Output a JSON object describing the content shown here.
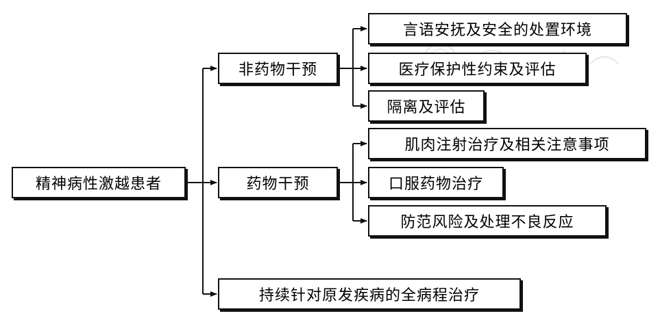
{
  "diagram": {
    "root": "精神病性激越患者",
    "branches": [
      {
        "label": "非药物干预",
        "children": [
          "言语安抚及安全的处置环境",
          "医疗保护性约束及评估",
          "隔离及评估"
        ]
      },
      {
        "label": "药物干预",
        "children": [
          "肌肉注射治疗及相关注意事项",
          "口服药物治疗",
          "防范风险及处理不良反应"
        ]
      },
      {
        "label": "持续针对原发疾病的全病程治疗",
        "children": []
      }
    ]
  },
  "colors": {
    "line": "#111111",
    "box_border": "#111111",
    "background": "#ffffff"
  }
}
